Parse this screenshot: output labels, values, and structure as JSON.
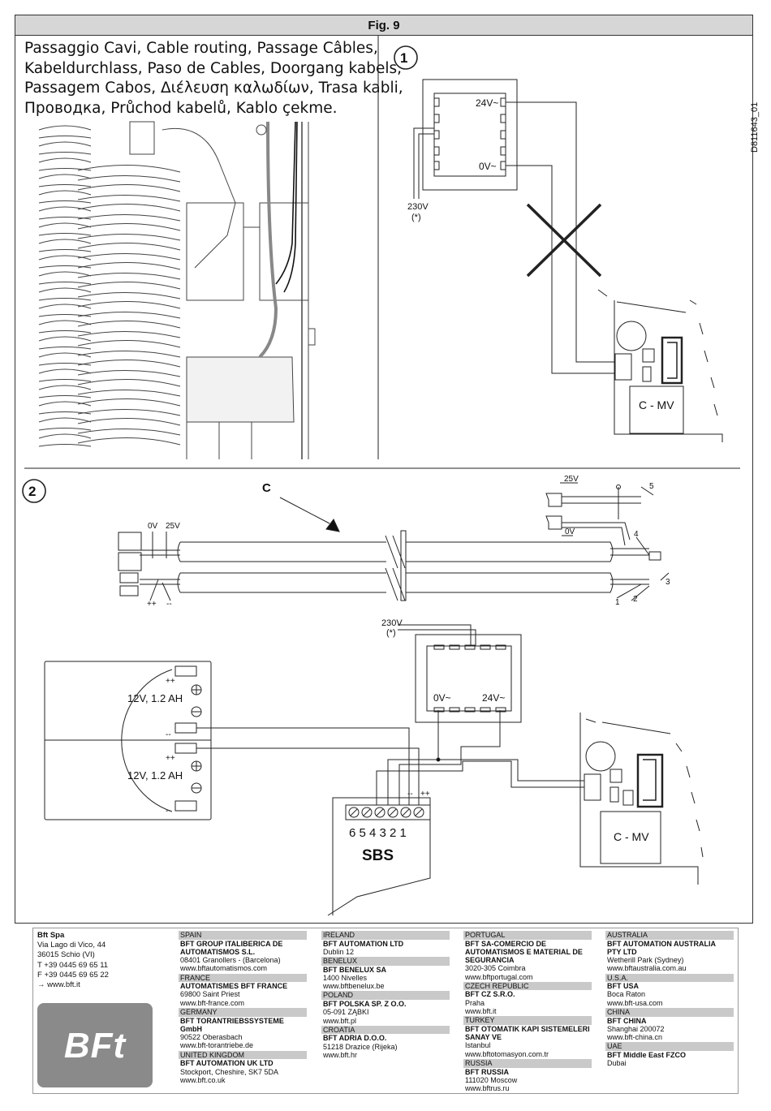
{
  "doc_id": "D811643_01",
  "fig_title": "Fig. 9",
  "routing_lines": [
    "Passaggio Cavi,  Cable routing,  Passage Câbles,",
    "Kabeldurchlass,  Paso de Cables,  Doorgang kabels,",
    "Passagem Cabos, Διέλευση καλωδίων, Trasa kabli,",
    "Проводка, Průchod kabelů, Kablo çekme."
  ],
  "diagram1": {
    "number": "1",
    "label_24v": "24V~",
    "label_0v": "0V~",
    "label_230v": "230V",
    "label_note": "(*)",
    "label_cmv": "C - MV"
  },
  "diagram2": {
    "number": "2",
    "label_c": "C",
    "label_0v_left": "0V",
    "label_25v_left": "25V",
    "label_pp": "++",
    "label_mm": "--",
    "label_25v_right": "25V",
    "label_0v_right": "0V",
    "wire_numbers": [
      "5",
      "4",
      "3",
      "2",
      "1"
    ],
    "label_230v": "230V",
    "label_note": "(*)",
    "label_0v_tr": "0V~",
    "label_24v_tr": "24V~",
    "battery_label": "12V, 1.2 AH",
    "batt_pp": "++",
    "batt_mm": "--",
    "sbs_minus": "--",
    "sbs_plus": "++",
    "terminal_numbers": "6 5 4 3 2 1",
    "sbs": "SBS",
    "label_cmv": "C - MV"
  },
  "company": {
    "name": "Bft Spa",
    "lines": [
      "Via Lago di Vico, 44",
      "36015 Schio (VI)",
      "T +39 0445 69 65 11",
      "F +39 0445 69 65 22",
      "→  www.bft.it"
    ],
    "logo": "BFt"
  },
  "columns": [
    [
      {
        "country": "SPAIN",
        "name": [
          "BFT GROUP ITALIBERICA DE",
          "AUTOMATISMOS S.L."
        ],
        "lines": [
          "08401 Granollers - (Barcelona)",
          "www.bftautomatismos.com"
        ]
      },
      {
        "country": "FRANCE",
        "name": [
          "AUTOMATISMES BFT FRANCE"
        ],
        "lines": [
          "69800 Saint Priest",
          "www.bft-france.com"
        ]
      },
      {
        "country": "GERMANY",
        "name": [
          "BFT TORANTRIEBSSYSTEME GmbH"
        ],
        "lines": [
          "90522 Oberasbach",
          "www.bft-torantriebe.de"
        ]
      },
      {
        "country": "UNITED KINGDOM",
        "name": [
          "BFT AUTOMATION UK LTD"
        ],
        "lines": [
          "Stockport, Cheshire, SK7 5DA",
          "www.bft.co.uk"
        ]
      }
    ],
    [
      {
        "country": "IRELAND",
        "name": [
          "BFT AUTOMATION LTD"
        ],
        "lines": [
          "Dublin 12"
        ]
      },
      {
        "country": "BENELUX",
        "name": [
          "BFT BENELUX SA"
        ],
        "lines": [
          "1400 Nivelles",
          "www.bftbenelux.be"
        ]
      },
      {
        "country": "POLAND",
        "name": [
          "BFT POLSKA SP. Z O.O."
        ],
        "lines": [
          "05-091 ZĄBKI",
          "www.bft.pl"
        ]
      },
      {
        "country": "CROATIA",
        "name": [
          "BFT ADRIA D.O.O."
        ],
        "lines": [
          "51218 Drazice (Rijeka)",
          "www.bft.hr"
        ]
      }
    ],
    [
      {
        "country": "PORTUGAL",
        "name": [
          "BFT SA-COMERCIO DE",
          "AUTOMATISMOS E MATERIAL DE",
          "SEGURANCIA"
        ],
        "lines": [
          "3020-305 Coimbra",
          "www.bftportugal.com"
        ]
      },
      {
        "country": "CZECH REPUBLIC",
        "name": [
          "BFT CZ S.R.O."
        ],
        "lines": [
          "Praha",
          "www.bft.it"
        ]
      },
      {
        "country": "TURKEY",
        "name": [
          "BFT OTOMATIK KAPI SISTEMELERI",
          "SANAY VE"
        ],
        "lines": [
          "Istanbul",
          "www.bftotomasyon.com.tr"
        ]
      },
      {
        "country": "RUSSIA",
        "name": [
          "BFT RUSSIA"
        ],
        "lines": [
          "111020 Moscow",
          "www.bftrus.ru"
        ]
      }
    ],
    [
      {
        "country": "AUSTRALIA",
        "name": [
          "BFT AUTOMATION AUSTRALIA",
          "PTY LTD"
        ],
        "lines": [
          "Wetherill Park (Sydney)",
          "www.bftaustralia.com.au"
        ]
      },
      {
        "country": "U.S.A.",
        "name": [
          "BFT USA"
        ],
        "lines": [
          "Boca Raton",
          "www.bft-usa.com"
        ]
      },
      {
        "country": "CHINA",
        "name": [
          "BFT CHINA"
        ],
        "lines": [
          "Shanghai 200072",
          "www.bft-china.cn"
        ]
      },
      {
        "country": "UAE",
        "name": [
          "BFT Middle East FZCO"
        ],
        "lines": [
          "Dubai"
        ]
      }
    ]
  ]
}
